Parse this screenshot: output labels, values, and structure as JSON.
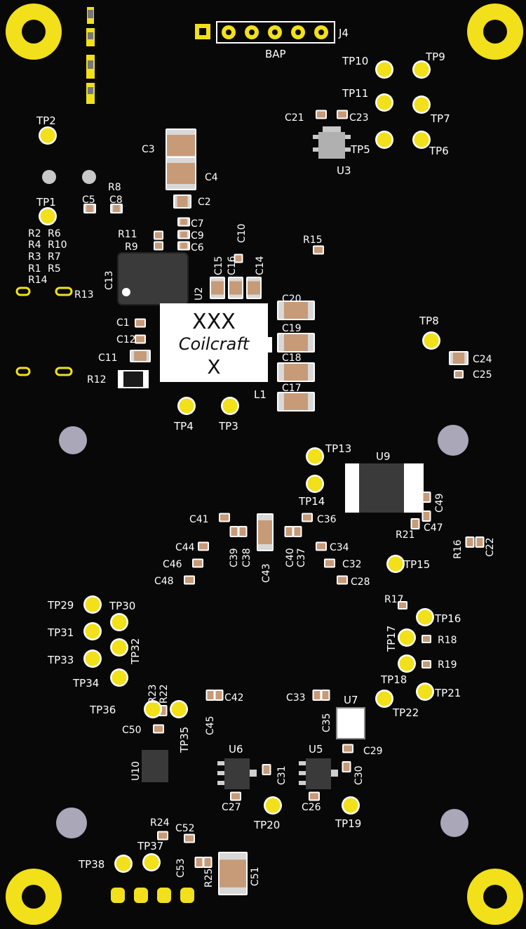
{
  "board": {
    "colors": {
      "soldermask": "#080808",
      "pad_gold": "#f2e01a",
      "pad_ring": "#e8d814",
      "silk": "#ffffff",
      "mounting_hole": "#a9a7b8",
      "component_tan": "#c79a78",
      "ic_body": "#3a3a3a"
    },
    "connector": {
      "ref": "J4",
      "net_label": "BAP",
      "pins": 6
    },
    "inductor": {
      "ref": "L1",
      "line1": "XXX",
      "line2": "Coilcraft",
      "line3": "X"
    },
    "test_points": [
      "TP1",
      "TP2",
      "TP3",
      "TP4",
      "TP5",
      "TP6",
      "TP7",
      "TP8",
      "TP9",
      "TP10",
      "TP11",
      "TP13",
      "TP14",
      "TP15",
      "TP16",
      "TP17",
      "TP18",
      "TP19",
      "TP20",
      "TP21",
      "TP22",
      "TP29",
      "TP30",
      "TP31",
      "TP32",
      "TP33",
      "TP34",
      "TP35",
      "TP36",
      "TP37",
      "TP38"
    ],
    "ics": [
      "U2",
      "U3",
      "U5",
      "U6",
      "U7",
      "U9",
      "U10"
    ],
    "capacitors": [
      "C1",
      "C2",
      "C3",
      "C4",
      "C5",
      "C6",
      "C7",
      "C8",
      "C9",
      "C10",
      "C11",
      "C12",
      "C13",
      "C14",
      "C15",
      "C16",
      "C17",
      "C18",
      "C19",
      "C20",
      "C21",
      "C22",
      "C23",
      "C24",
      "C25",
      "C26",
      "C27",
      "C28",
      "C29",
      "C30",
      "C31",
      "C32",
      "C33",
      "C34",
      "C35",
      "C36",
      "C37",
      "C38",
      "C39",
      "C40",
      "C41",
      "C42",
      "C43",
      "C44",
      "C45",
      "C46",
      "C47",
      "C48",
      "C49",
      "C50",
      "C51",
      "C52",
      "C53"
    ],
    "resistors": [
      "R1",
      "R2",
      "R3",
      "R4",
      "R5",
      "R6",
      "R7",
      "R8",
      "R9",
      "R10",
      "R11",
      "R12",
      "R13",
      "R14",
      "R15",
      "R16",
      "R17",
      "R18",
      "R19",
      "R21",
      "R22",
      "R23",
      "R24",
      "R25"
    ]
  }
}
